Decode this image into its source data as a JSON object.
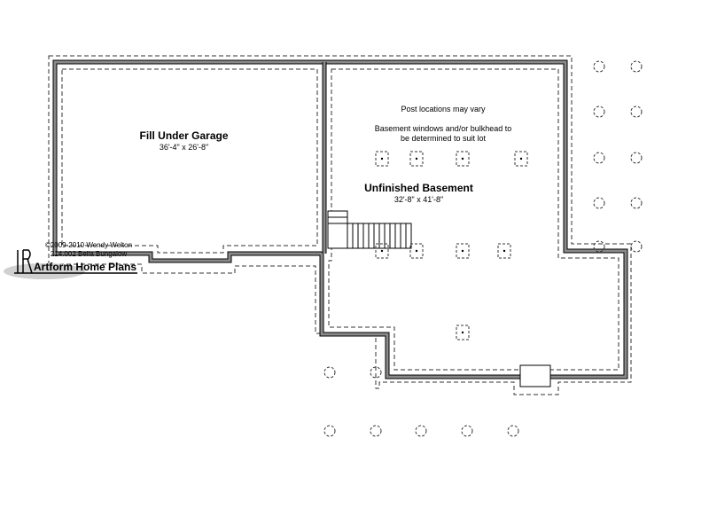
{
  "garage": {
    "title": "Fill Under Garage",
    "dimensions": "36'-4\" x 26'-8\""
  },
  "basement": {
    "title": "Unfinished Basement",
    "dimensions": "32'-8\" x 41'-8\""
  },
  "notes": {
    "posts": "Post locations may vary",
    "windows_line1": "Basement windows and/or bulkhead to",
    "windows_line2": "be determined to suit lot"
  },
  "credits": {
    "copyright": "©2009-2010 Wendy Welton",
    "plan_name": "214.002 Bella Bungalow",
    "brand": "Artform Home Plans"
  },
  "colors": {
    "wall_fill": "#8a8a8a",
    "wall_stroke": "#000000",
    "dashed_line": "#333333"
  }
}
